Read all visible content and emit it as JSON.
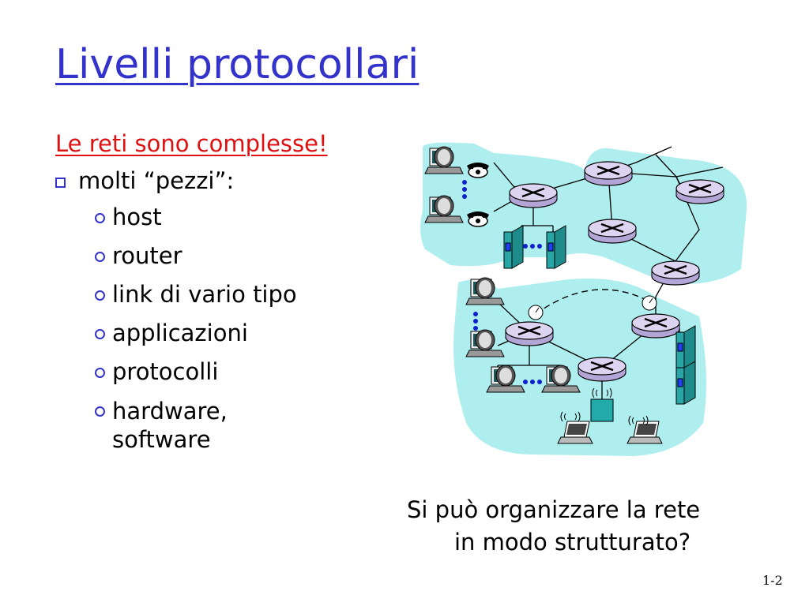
{
  "title": "Livelli protocollari",
  "subtitle": "Le reti sono complesse!",
  "main_bullet": "molti “pezzi”:",
  "sub_bullets": [
    "host",
    "router",
    "link di vario tipo",
    "applicazioni",
    "protocolli"
  ],
  "last_bullet": {
    "line1": "hardware,",
    "line2": "software"
  },
  "caption": {
    "line1": "Si può organizzare la rete",
    "line2": "in modo strutturato?"
  },
  "page_number": "1-2",
  "colors": {
    "title": "#3333cc",
    "subtitle": "#e01010",
    "network_region": "#aeeeef",
    "device": "#2a8a8a"
  }
}
